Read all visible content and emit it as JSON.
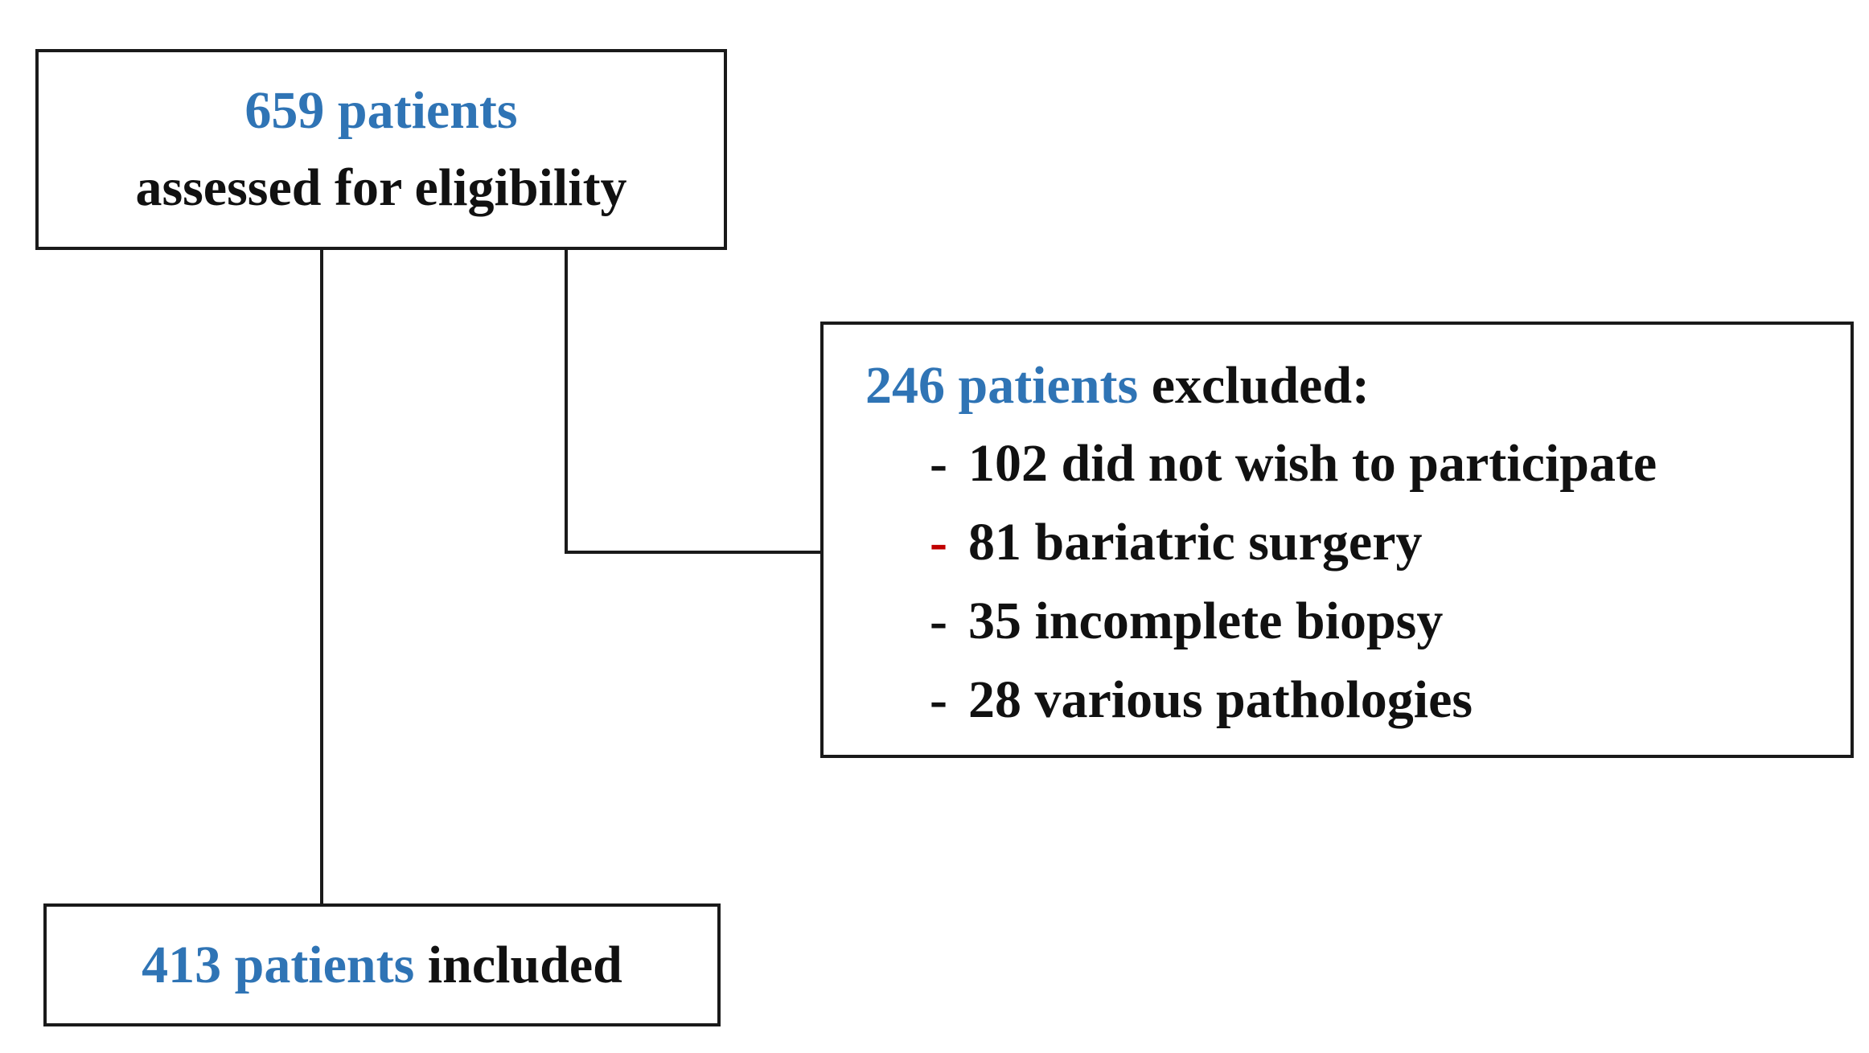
{
  "assessed": {
    "count": "659 patients",
    "label": "assessed for eligibility"
  },
  "excluded": {
    "count": "246 patients",
    "label": " excluded:",
    "items": [
      {
        "dash": "-",
        "text": "102 did not wish to participate"
      },
      {
        "dash": "-",
        "text": "81 bariatric surgery"
      },
      {
        "dash": "-",
        "text": "35 incomplete biopsy"
      },
      {
        "dash": "-",
        "text": "28 various pathologies"
      }
    ]
  },
  "included": {
    "count": "413 patients",
    "label": " included"
  },
  "colors": {
    "accent": "#2f74b5",
    "text": "#111111",
    "highlight_dash": "#c00000"
  }
}
